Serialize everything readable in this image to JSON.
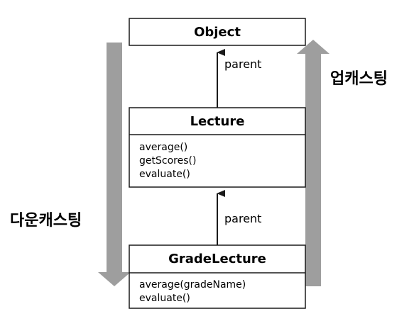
{
  "colors": {
    "box_stroke": "#1a1a1a",
    "box_fill": "#ffffff",
    "cast_arrow": "#9e9e9e",
    "text": "#1a1a1a"
  },
  "classes": {
    "object": {
      "name": "Object",
      "methods": []
    },
    "lecture": {
      "name": "Lecture",
      "methods": [
        "average()",
        "getScores()",
        "evaluate()"
      ]
    },
    "grade_lecture": {
      "name": "GradeLecture",
      "methods": [
        "average(gradeName)",
        "evaluate()"
      ]
    }
  },
  "relations": {
    "lecture_to_object": "parent",
    "grade_lecture_to_lecture": "parent"
  },
  "casting": {
    "upcasting": "업캐스팅",
    "downcasting": "다운캐스팅"
  }
}
